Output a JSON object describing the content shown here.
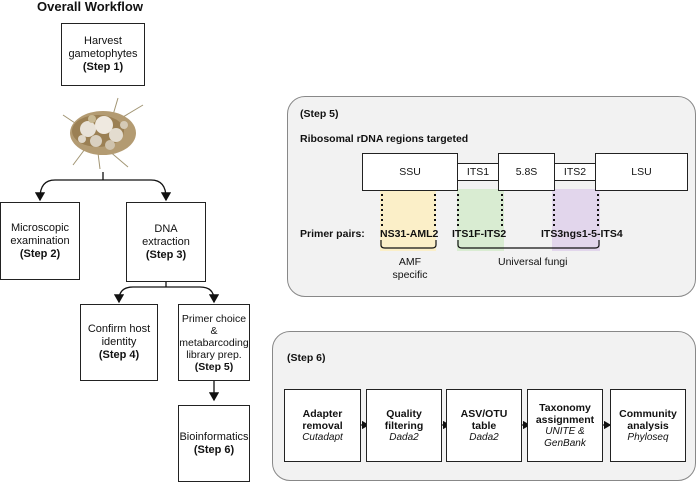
{
  "title": "Overall Workflow",
  "workflow": {
    "harvest": {
      "text": "Harvest gametophytes",
      "step": "(Step 1)"
    },
    "microscopic": {
      "text": "Microscopic examination",
      "step": "(Step 2)"
    },
    "dna": {
      "text": "DNA extraction",
      "step": "(Step 3)"
    },
    "confirm": {
      "text": "Confirm host identity",
      "step": "(Step 4)"
    },
    "primer": {
      "text": "Primer choice & metabarcoding library prep.",
      "step": "(Step 5)"
    },
    "bioinf": {
      "text": "Bioinformatics",
      "step": "(Step 6)"
    }
  },
  "step5_panel": {
    "label": "(Step 5)",
    "heading": "Ribosomal rDNA regions targeted",
    "regions": [
      "SSU",
      "ITS1",
      "5.8S",
      "ITS2",
      "LSU"
    ],
    "primer_label": "Primer pairs:",
    "primers": [
      "NS31-AML2",
      "ITS1F-ITS2",
      "ITS3ngs1-5-ITS4"
    ],
    "groups": [
      "AMF specific",
      "Universal fungi"
    ]
  },
  "step6_panel": {
    "label": "(Step 6)",
    "pipeline": [
      {
        "name": "Adapter removal",
        "tool": "Cutadapt"
      },
      {
        "name": "Quality filtering",
        "tool": "Dada2"
      },
      {
        "name": "ASV/OTU table",
        "tool": "Dada2"
      },
      {
        "name": "Taxonomy assignment",
        "tool": "UNITE & GenBank"
      },
      {
        "name": "Community analysis",
        "tool": "Phyloseq"
      }
    ]
  },
  "colors": {
    "amf": "#fbefc8",
    "its1f": "#d9ecd2",
    "its3": "#e2d6ec"
  }
}
